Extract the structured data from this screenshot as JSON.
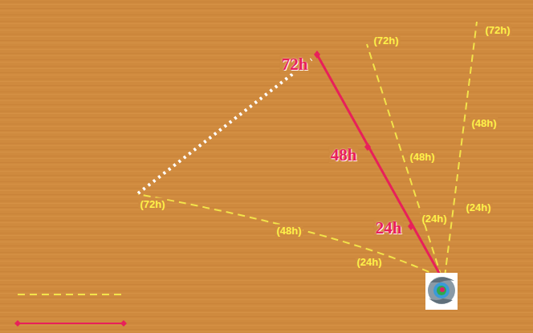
{
  "diagram": {
    "labels": [
      "72h",
      "48h",
      "24h",
      "(72h)",
      "(48h)",
      "(24h)",
      "(72h)",
      "(48h)",
      "(24h)",
      "(72h)",
      "(48h)",
      "(24h)"
    ]
  }
}
